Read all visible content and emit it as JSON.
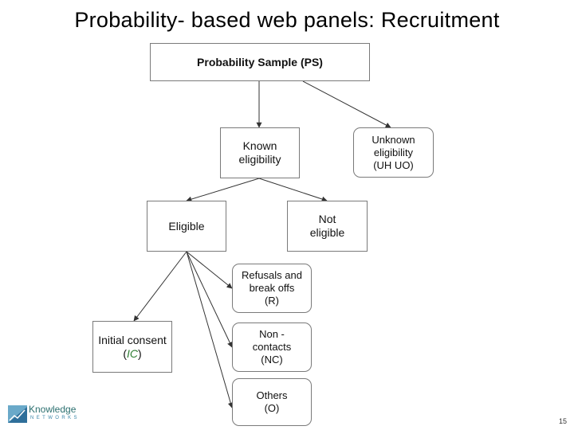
{
  "title": "Probability- based web panels: Recruitment",
  "nodes": {
    "ps": {
      "label": "Probability Sample (PS)"
    },
    "known": {
      "lines": [
        "Known",
        "eligibility"
      ]
    },
    "unknown": {
      "lines": [
        "Unknown",
        "eligibility",
        "(UH UO)"
      ]
    },
    "eligible": {
      "label": "Eligible"
    },
    "not_eligible": {
      "lines": [
        "Not",
        "eligible"
      ]
    },
    "refusals": {
      "lines": [
        "Refusals and",
        "break offs",
        "(R)"
      ]
    },
    "initial": {
      "line1": "Initial consent",
      "paren_open": "(",
      "code": "IC",
      "paren_close": ")"
    },
    "noncontacts": {
      "lines": [
        "Non -",
        "contacts",
        "(NC)"
      ]
    },
    "others": {
      "lines": [
        "Others",
        "(O)"
      ]
    }
  },
  "logo": {
    "top": "Knowledge",
    "bottom": "NETWORKS"
  },
  "page_number": "15",
  "colors": {
    "border": "#7a7a7a",
    "arrow": "#333333",
    "initial_consent_code": "#2e7d32"
  }
}
